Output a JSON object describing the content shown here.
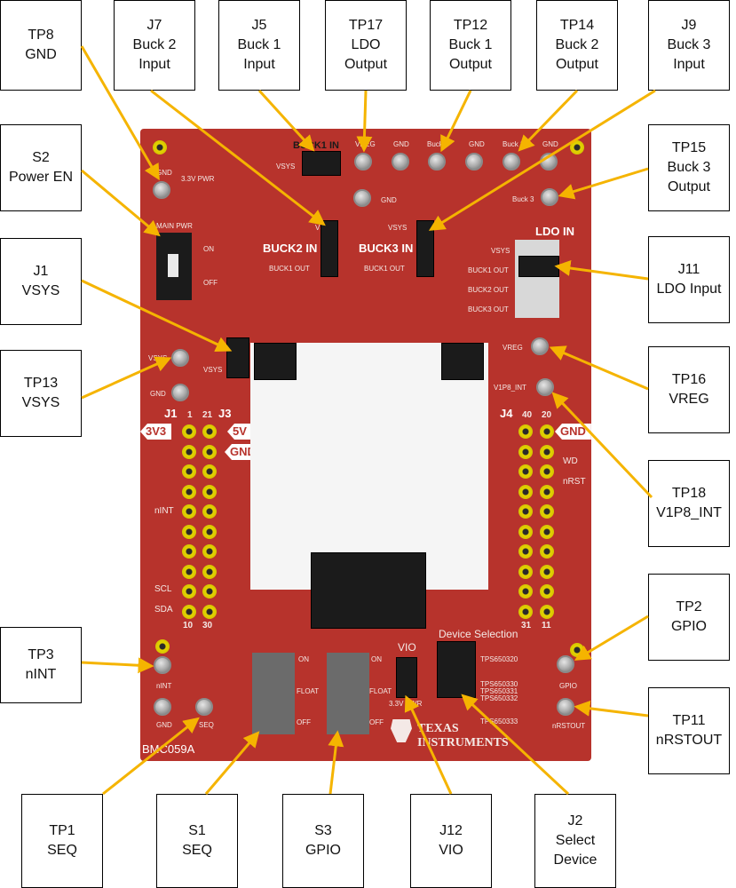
{
  "board": {
    "name": "BMC059A",
    "silk": {
      "buck1_in": "BUCK1 IN",
      "buck2_in": "BUCK2 IN",
      "buck3_in": "BUCK3 IN",
      "ldo_in": "LDO IN",
      "vsys": "VSYS",
      "vreg": "VREG",
      "gnd": "GND",
      "buck1_out": "BUCK1 OUT",
      "buck2_out": "BUCK2 OUT",
      "buck3_out": "BUCK3 OUT",
      "v1p8_int": "V1P8_INT",
      "main_pwr": "MAIN PWR",
      "on": "ON",
      "off": "OFF",
      "float": "FLOAT",
      "pwr_3v3": "3.3V PWR",
      "vio": "VIO",
      "device_selection": "Device Selection",
      "j1": "J1",
      "j3": "J3",
      "j4": "J4",
      "n1": "1",
      "n21": "21",
      "n40": "40",
      "n20": "20",
      "n10": "10",
      "n30": "30",
      "n31": "31",
      "n11": "11",
      "tag_3v3": "3V3",
      "tag_5v": "5V",
      "tag_gnd": "GND",
      "wd": "WD",
      "nrst": "nRST",
      "nint": "nINT",
      "scl": "SCL",
      "sda": "SDA",
      "seq": "SEQ",
      "gpio": "GPIO",
      "nrstout": "nRSTOUT",
      "vio_tp": "VIO",
      "buck1": "Buck1",
      "buck2": "Buck 2",
      "buck3": "Buck 3",
      "tps1": "TPS650320",
      "tps2": "TPS650330",
      "tps3": "TPS650331",
      "tps4": "TPS650332",
      "tps5": "TPS650333",
      "ti_logo": "TEXAS INSTRUMENTS"
    }
  },
  "callouts": {
    "tp8": "TP8\nGND",
    "j7": "J7\nBuck 2\nInput",
    "j5": "J5\nBuck 1\nInput",
    "tp17": "TP17\nLDO\nOutput",
    "tp12": "TP12\nBuck 1\nOutput",
    "tp14": "TP14\nBuck 2\nOutput",
    "j9": "J9\nBuck 3\nInput",
    "s2": "S2\nPower EN",
    "tp15": "TP15\nBuck 3\nOutput",
    "j1": "J1\nVSYS",
    "j11": "J11\nLDO Input",
    "tp13": "TP13\nVSYS",
    "tp16": "TP16\nVREG",
    "tp18": "TP18\nV1P8_INT",
    "tp2": "TP2\nGPIO",
    "tp3": "TP3\nnINT",
    "tp11": "TP11\nnRSTOUT",
    "tp1": "TP1\nSEQ",
    "s1": "S1\nSEQ",
    "s3": "S3\nGPIO",
    "j12": "J12\nVIO",
    "j2": "J2\nSelect\nDevice"
  },
  "colors": {
    "pcb": "#b7332c",
    "leader": "#f5b400",
    "silk": "#ffffff",
    "header_gold": "#e5d400"
  }
}
